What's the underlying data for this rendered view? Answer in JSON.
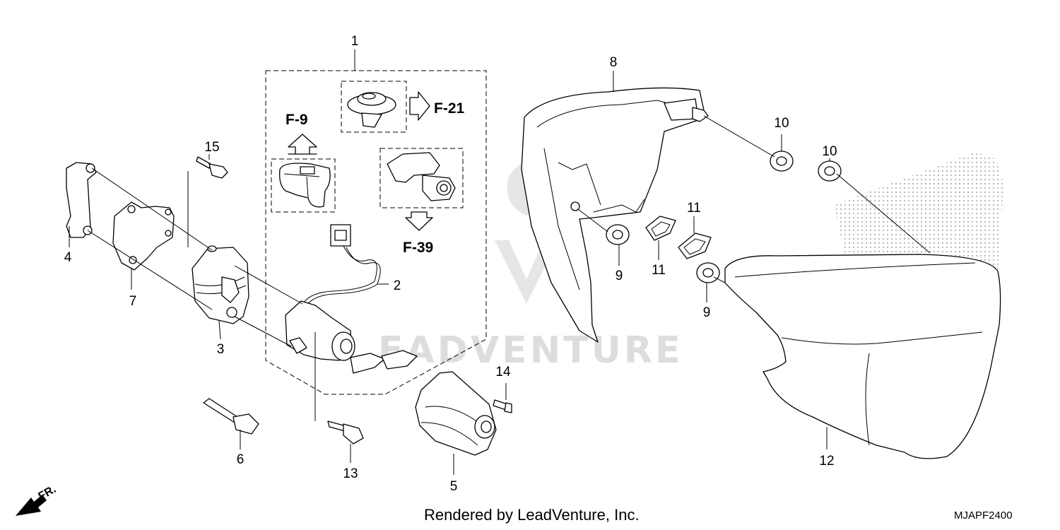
{
  "diagram": {
    "code": "MJAPF2400",
    "credit": "Rendered by LeadVenture, Inc.",
    "watermark": "EADVENTURE",
    "front_marker": "FR."
  },
  "callouts": {
    "p1": "1",
    "p2": "2",
    "p3": "3",
    "p4": "4",
    "p5": "5",
    "p6": "6",
    "p7": "7",
    "p8": "8",
    "p9a": "9",
    "p9b": "9",
    "p10a": "10",
    "p10b": "10",
    "p11a": "11",
    "p11b": "11",
    "p12": "12",
    "p13": "13",
    "p14": "14",
    "p15": "15"
  },
  "references": {
    "f9": "F-9",
    "f21": "F-21",
    "f39": "F-39"
  }
}
